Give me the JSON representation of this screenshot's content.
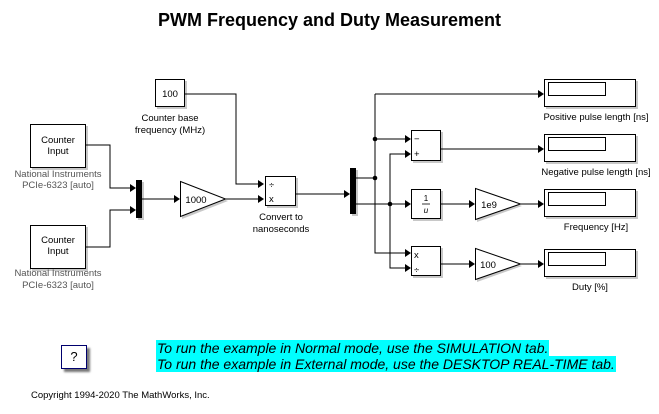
{
  "title": "PWM Frequency and Duty Measurement",
  "blocks": {
    "counter_input_1": {
      "label": "Counter\nInput",
      "line1": "Counter",
      "line2": "Input",
      "caption1": "National Instruments",
      "caption2": "PCIe-6323 [auto]"
    },
    "counter_input_2": {
      "line1": "Counter",
      "line2": "Input",
      "caption1": "National Instruments",
      "caption2": "PCIe-6323 [auto]"
    },
    "constant": {
      "value": "100",
      "caption1": "Counter base",
      "caption2": "frequency (MHz)"
    },
    "gain_1000": {
      "value": "1000"
    },
    "divide": {
      "port1": "÷",
      "port2": "x",
      "caption1": "Convert to",
      "caption2": "nanoseconds"
    },
    "subtract": {
      "port1": "−",
      "port2": "+"
    },
    "reciprocal": {
      "num": "1",
      "den": "u"
    },
    "gain_1e9": {
      "value": "1e9"
    },
    "product": {
      "port1": "x",
      "port2": "÷"
    },
    "gain_100": {
      "value": "100"
    },
    "displays": [
      {
        "caption": "Positive pulse length [ns]"
      },
      {
        "caption": "Negative pulse length [ns]"
      },
      {
        "caption": "Frequency [Hz]"
      },
      {
        "caption": "Duty [%]"
      }
    ]
  },
  "help_button": {
    "label": "?"
  },
  "notes": [
    "To run the example in Normal mode, use the SIMULATION tab.",
    "To run the example in External mode, use the DESKTOP REAL-TIME tab."
  ],
  "highlight_color": "#00ffff",
  "copyright": "Copyright 1994-2020 The MathWorks, Inc."
}
